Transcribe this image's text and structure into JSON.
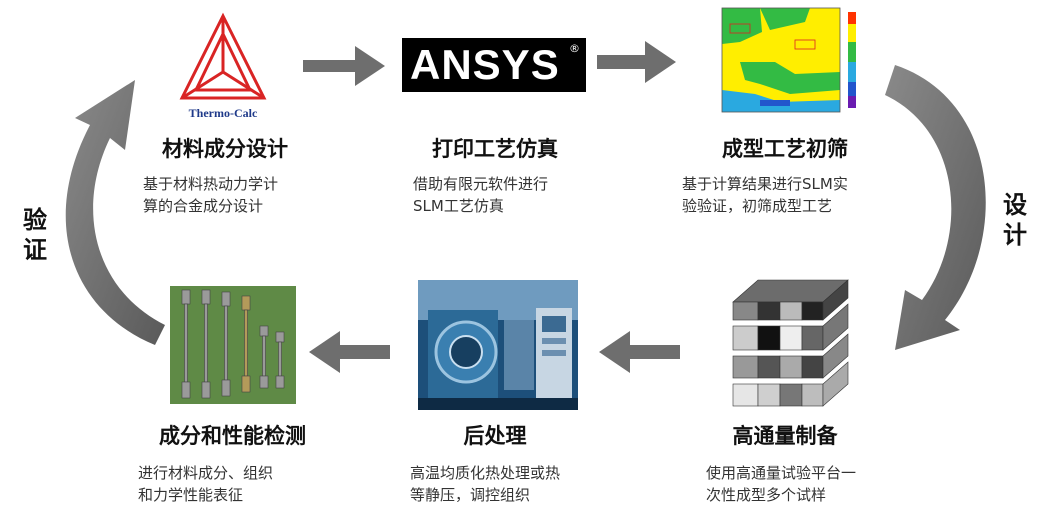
{
  "cycle_labels": {
    "left": "验证",
    "right": "设计"
  },
  "logos": {
    "thermo_calc_text": "Thermo-Calc",
    "ansys_text": "ANSYS",
    "ansys_mark": "®",
    "thermo_color": "#d92424",
    "ansys_color": "#ffc20e"
  },
  "steps": [
    {
      "title": "材料成分设计",
      "desc_1": "基于材料热动力学计",
      "desc_2": "算的合金成分设计"
    },
    {
      "title": "打印工艺仿真",
      "desc_1": "借助有限元软件进行",
      "desc_2": "SLM工艺仿真"
    },
    {
      "title": "成型工艺初筛",
      "desc_1": "基于计算结果进行SLM实",
      "desc_2": "验验证，初筛成型工艺"
    },
    {
      "title": "高通量制备",
      "desc_1": "使用高通量试验平台一",
      "desc_2": "次性成型多个试样"
    },
    {
      "title": "后处理",
      "desc_1": "高温均质化热处理或热",
      "desc_2": "等静压，调控组织"
    },
    {
      "title": "成分和性能检测",
      "desc_1": "进行材料成分、组织",
      "desc_2": "和力学性能表征"
    }
  ],
  "colors": {
    "arrow": "#6e6e6e",
    "text": "#111111"
  }
}
